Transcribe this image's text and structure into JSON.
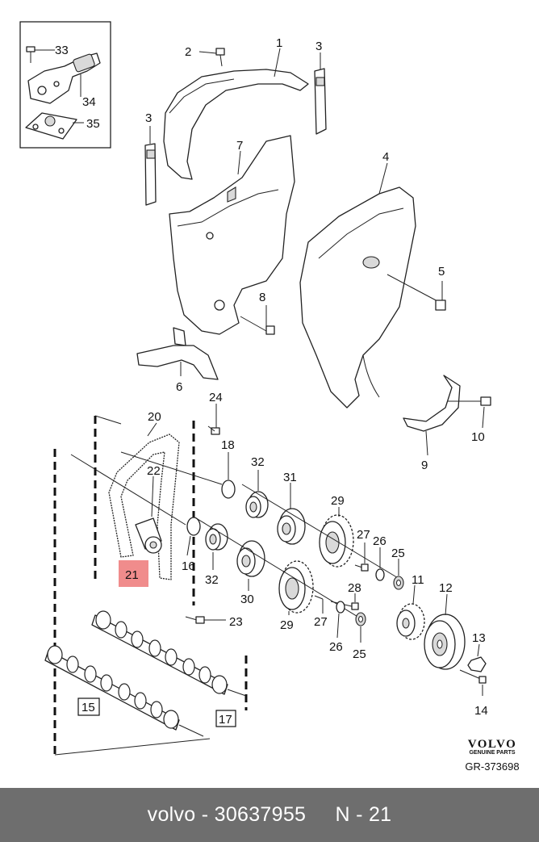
{
  "diagram": {
    "labels": {
      "p1": "1",
      "p2": "2",
      "p3a": "3",
      "p3b": "3",
      "p4": "4",
      "p5": "5",
      "p6": "6",
      "p7": "7",
      "p8": "8",
      "p9": "9",
      "p10": "10",
      "p11": "11",
      "p12": "12",
      "p13": "13",
      "p14": "14",
      "p15": "15",
      "p16": "16",
      "p17": "17",
      "p18": "18",
      "p20": "20",
      "p21": "21",
      "p22": "22",
      "p23": "23",
      "p24": "24",
      "p25a": "25",
      "p25b": "25",
      "p26a": "26",
      "p26b": "26",
      "p27a": "27",
      "p27b": "27",
      "p28": "28",
      "p29a": "29",
      "p29b": "29",
      "p30": "30",
      "p31": "31",
      "p32a": "32",
      "p32b": "32",
      "p33": "33",
      "p34": "34",
      "p35": "35"
    },
    "highlight_color": "#f08c8c"
  },
  "brand": {
    "logo": "VOLVO",
    "tagline": "GENUINE PARTS",
    "reference": "GR-373698"
  },
  "footer": {
    "text": "volvo - 30637955     N - 21"
  }
}
